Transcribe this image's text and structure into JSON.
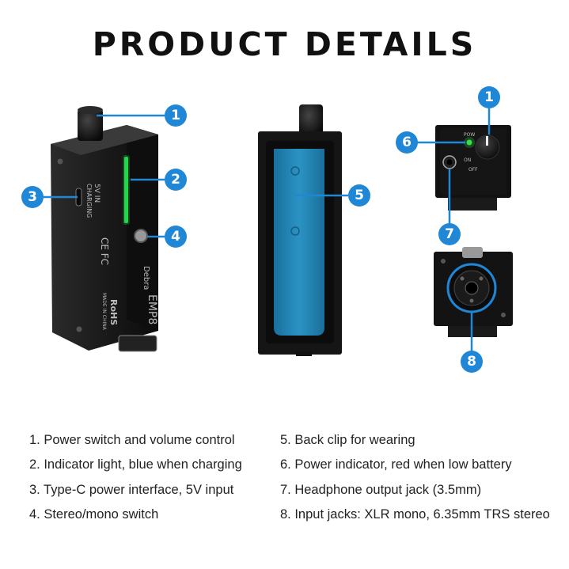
{
  "title": "PRODUCT DETAILS",
  "accent_color": "#1f87d6",
  "callouts": {
    "c1a": "1",
    "c2": "2",
    "c3": "3",
    "c4": "4",
    "c5": "5",
    "c1b": "1",
    "c6": "6",
    "c7": "7",
    "c8": "8"
  },
  "device_markings": {
    "port_label_1": "5V IN",
    "port_label_2": "CHARGING",
    "cert_marks": "CE FC",
    "rohs": "RoHS",
    "brand": "Debra",
    "made_in": "MADE IN CHINA",
    "model": "EMP8",
    "pow": "POW",
    "on": "ON",
    "off": "OFF"
  },
  "features": [
    "1. Power switch and volume control",
    "2. Indicator light, blue when charging",
    "3. Type-C power interface, 5V input",
    "4. Stereo/mono switch",
    "5. Back clip for wearing",
    "6. Power indicator, red when low battery",
    "7. Headphone output jack (3.5mm)",
    "8. Input jacks: XLR mono, 6.35mm TRS stereo"
  ]
}
